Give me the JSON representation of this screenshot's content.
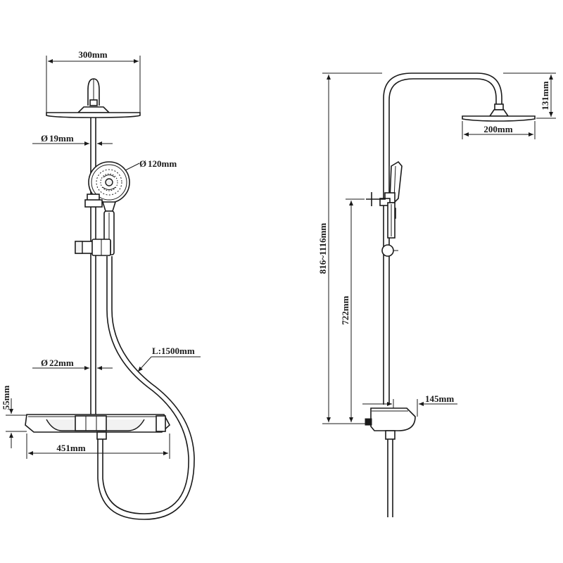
{
  "front_view": {
    "overhead_width": "300mm",
    "pipe_diameter_top": "19mm",
    "handshower_diameter": "120mm",
    "pipe_diameter_bottom": "22mm",
    "hose_length": "L:1500mm",
    "shelf_height": "55mm",
    "shelf_width": "451mm"
  },
  "side_view": {
    "overhead_width": "200mm",
    "overhead_drop": "131mm",
    "total_height": "816~1116mm",
    "rail_height": "722mm",
    "mixer_depth": "145mm"
  },
  "symbols": {
    "diameter": "Ø"
  }
}
